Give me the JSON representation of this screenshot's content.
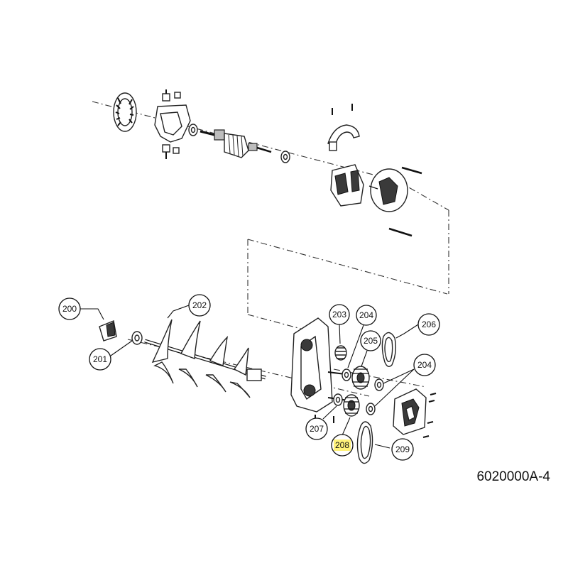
{
  "diagram": {
    "drawing_number": "6020000A-4",
    "highlighted_callout": "208",
    "highlight_color": "#fff27a",
    "callouts": {
      "c200": "200",
      "c201": "201",
      "c202": "202",
      "c203": "203",
      "c204a": "204",
      "c204b": "204",
      "c205": "205",
      "c206": "206",
      "c207": "207",
      "c208": "208",
      "c209": "209"
    }
  }
}
